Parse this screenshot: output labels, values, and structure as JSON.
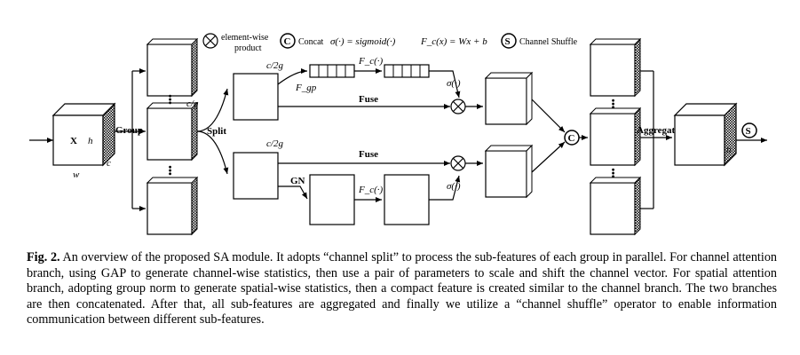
{
  "legend": {
    "product_symbol": "⊗",
    "product_text_line1": "element-wise",
    "product_text_line2": "product",
    "concat_symbol": "C",
    "concat_text": "Concat",
    "sigma_formula": "σ(·) = sigmoid(·)",
    "fc_formula": "F_c(x) = Wx + b",
    "shuffle_symbol": "S",
    "shuffle_text": "Channel Shuffle"
  },
  "labels": {
    "input_x": "X",
    "input_h": "h",
    "input_w": "w",
    "input_c": "c",
    "group": "Group",
    "split": "Split",
    "c_over_g": "c/g",
    "c_over_2g_top": "c/2g",
    "c_over_2g_bottom": "c/2g",
    "f_gp": "F_gp",
    "fc_top": "F_c(·)",
    "fc_bottom": "F_c(·)",
    "sigma_top": "σ(·)",
    "sigma_bottom": "σ(·)",
    "fuse_top": "Fuse",
    "fuse_bottom": "Fuse",
    "gn": "GN",
    "aggregate": "Aggregate",
    "output_h": "h",
    "dots": "•••"
  },
  "caption": {
    "fig_label": "Fig. 2.",
    "text": "An overview of the proposed SA module. It adopts “channel split” to process the sub-features of each group in parallel. For channel attention branch, using GAP to generate channel-wise statistics, then use a pair of parameters to scale and shift the channel vector. For spatial attention branch, adopting group norm to generate spatial-wise statistics, then a compact feature is created similar to the channel branch. The two branches are then concatenated. After that, all sub-features are aggregated and finally we utilize a “channel shuffle” operator to enable information communication between different sub-features."
  }
}
